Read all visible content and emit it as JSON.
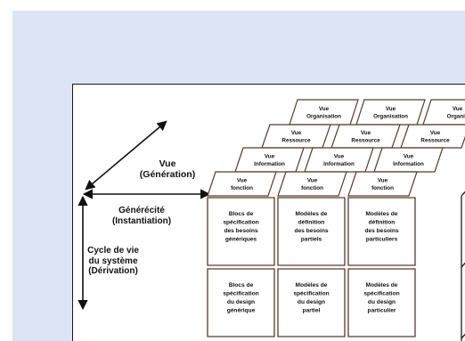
{
  "labels": {
    "view_axis": [
      "Vue",
      "(Génération)"
    ],
    "genericity_axis": [
      "Générécité",
      "(Instantiation)"
    ],
    "lifecycle_axis": [
      "Cycle de vie",
      "du système",
      "(Dérivation)"
    ]
  },
  "cube": {
    "top_rows": [
      [
        [
          "Vue",
          "Organisation"
        ],
        [
          "Vue",
          "Organisation"
        ],
        [
          "Vue",
          "Organis"
        ]
      ],
      [
        [
          "Vue",
          "Ressource"
        ],
        [
          "Vue",
          "Ressource"
        ],
        [
          "Vue",
          "Ressource"
        ]
      ],
      [
        [
          "Vue",
          "Information"
        ],
        [
          "Vue",
          "Information"
        ],
        [
          "Vue",
          "Information"
        ]
      ],
      [
        [
          "Vue",
          "fonction"
        ],
        [
          "Vue",
          "fonction"
        ],
        [
          "Vue",
          "fonction"
        ]
      ]
    ],
    "front_rows": [
      [
        [
          "Blocs de",
          "spécification",
          "des besoins",
          "génériques"
        ],
        [
          "Modèles de",
          "définition",
          "des besoins",
          "partiels"
        ],
        [
          "Modèles de",
          "définition",
          "des besoins",
          "particuliers"
        ]
      ],
      [
        [
          "Blocs de",
          "spécification",
          "du design",
          "générique"
        ],
        [
          "Modèles de",
          "spécification",
          "du design",
          "partiel"
        ],
        [
          "Modèles de",
          "spécification",
          "du design",
          "particulier"
        ]
      ]
    ]
  },
  "colors": {
    "backdrop": "#dbe5f5",
    "cell_border": "#5a3a2a",
    "cube_line": "#1a1a1a",
    "arrow": "#111111"
  }
}
